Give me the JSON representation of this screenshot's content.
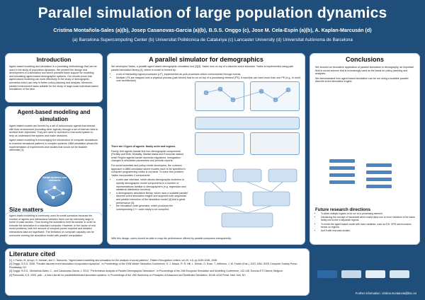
{
  "header": {
    "title": "Parallel simulation of large population dynamics",
    "authors": "Cristina Montañola-Sales (a)(b), Josep Casanovas-Garcia (a)(b), B.S.S. Onggo (c), Jose M. Cela-Espín (a)(b), A. Kaplan-Marcusán (d)",
    "affiliations": "(a) Barcelona Supercomputing Center  (b) Universitat Politècnica de Catalunya  (c) Lancaster University  (d) Universitat Autònoma de Barcelona"
  },
  "sections": {
    "introduction": {
      "heading": "Introduction",
      "paragraphs": [
        "Agent-based modeling and simulation is a promising methodology that can be used in the study of population dynamics. We present the design and development of a simulation tool which provides basic support for modeling and simulating agent-based demographic systems. Our results prove that agent-based modeling can work effectively in the study of demographic scenarios which can help to better policy planning and analysis. Moreover, parallel environment tasks suitable for the study of large-scale individual-based simulations of the kind."
      ]
    },
    "abm": {
      "heading": "Agent-based modeling and simulation",
      "paragraphs": [
        "Agent-based models are formed by a set of autonomous agents that interact with their environment (including other agents) through a set of internal rules to achieve their objectives. They are used to represent a real world system to help us understand the system and make decisions.",
        "Agent-based modeling is encouraging the introduction of computer simulations to examine behavioral patterns in complex systems. ABM simulation allows the implementation of experiments and studies that would not be feasible otherwise [1]."
      ],
      "diagram_label": "Global dynamics and structures"
    },
    "size": {
      "heading": "Size matters",
      "paragraphs": [
        "Agent-based modeling is commonly used for small scenarios because the number of agents and interactions between them can be extremely large in some of case studies. Thus forcing the scientist to limit its number in order to execute the simulation in a standard computer. However, in the cause of real world problems, both the amount of compute power required and detailed interactions data are significant. The limitation on computer capacity can be overcome running the simulation model with parallel computation."
      ]
    },
    "parallel": {
      "heading": "A parallel simulator for demographics",
      "intro": "We developed Yades, a parallel agent-based demographic simulation tool [2][3]. Yades runs on top of a discrete-event simulator. Yades is implemented using μsik parallel simulation library [4], where a model is formed by:",
      "bullets": [
        "a set of interacting logical processes (LP), implemented as μsik processes which communicate through events.",
        "Multiple LPs are mapped onto a physical process (μsik kernel) that is run on top of a processing element (PE). A machine can have more than one PE (e.g., in multi-core architecture)."
      ],
      "agent_types_title": "There are 2 types of agents: family units and regions.",
      "agent_types_text": "Family Unit agents handle first four demographic components (Fertility and birth, Mortality, Marital status and Economic status) while Region agents handle domestic migrations, immigration, changes in simulation parameters and periodic reports.",
      "components_text": "For social scientists and policy model developers, the common approach in ABM simulation where models have to be specified in computer programming codes is not ideal. To solve this problem, Yades incorporates 3 components:",
      "components": [
        "a web user interface, which allows demographic modelers to specify demographic model components in a number of representations familiar to demographers (e.g. regression and statistical distribution function).",
        "a demographic simulation library, which uses a scalable parallel discrete-event simulation engine and supports both sequential and parallel execution of the simulation model [4] and a great performance [3].",
        "the simulation code generator, which produces the corresponding C++ code ready to be compiled."
      ],
      "footnote": "With this design, users should be able to reap the performance offered by parallel computers transparently."
    },
    "conclusions": {
      "heading": "Conclusions",
      "paragraphs": [
        "We showed an innovative application of parallel simulation in demography, an important field in social science that is increasingly used as the basis for policy planning and analyses.",
        "We demonstrated how agent-based simulation can be run using a scalable parallel discrete-event simulation engine."
      ]
    },
    "future": {
      "heading": "Future research directions",
      "bullets": [
        "To allow multiple regions to be run on a processing element.",
        "Introducing the concept of household which would allow one or more members of the same family unit to live in separate regions.",
        "To enrich the agent-based model with more variables, such as IDH, GPD and economic trends on regions.",
        "And it with real case studies."
      ]
    },
    "literature": {
      "heading": "Literature cited",
      "items": [
        "[1] J. Pavón, M. Arroyo, S. Hassan, and C. Sansores, \"Agent-based modelling and simulation for the analysis of social patterns\", Pattern Recognition Letters, vol.29, n.8, pp.1039-1048, 2008.",
        "[2] Onggo, B.S.S. 2008. \"Parallel discrete-event simulation of population dynamics\". In Proceedings of the 2008 Winter Simulation Conference, S. J. Mason, R. R. Hill, L. Mönch, O. Rose, T. Jefferson, J. W. Fowler (Eds.), 1047-1054. IEEE Computer Society Press: Piscataway, NJ.",
        "[3] Onggo, B.S.S., Montañola-Sales, C., and Casanovas-Garcia, J. 2013. \"Performance Analysis of Parallel Demographic Simulation\". In Proceedings of the 24th European Simulation and Modelling Conference, 142-148. Eurosis-ETI Ostend, Belgium.",
        "[4] Perumalla, K.S. 2005. μsik – a micro-kernel for parallel/distributed simulation systems. In Proceedings of the 19th Workshop on Principles of Advanced and Distributed Simulation, 59-68. ACM Press: New York, NY."
      ]
    }
  },
  "footer": {
    "contact": "Further information: cristina.montanola@bsc.es"
  },
  "colors": {
    "background": "#1f4e7a",
    "card": "#ffffff",
    "accent": "#2d6aa5"
  }
}
